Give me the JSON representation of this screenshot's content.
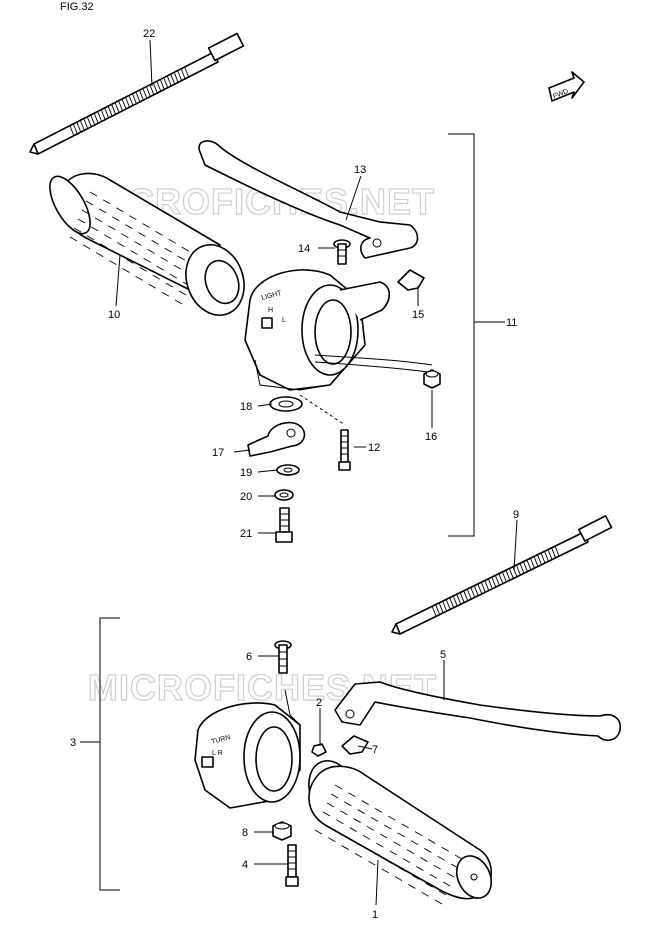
{
  "header": {
    "fig_label": "FIG.32"
  },
  "fwd_label": "FWD",
  "watermark": "MICROFICHES.NET",
  "switch_upper_text": {
    "line1": "LIGHT",
    "line2": "H",
    "line3": "L"
  },
  "switch_lower_text": {
    "line1": "TURN",
    "line2": "L R"
  },
  "callouts": [
    {
      "id": "c22",
      "label": "22"
    },
    {
      "id": "c13",
      "label": "13"
    },
    {
      "id": "c14",
      "label": "14"
    },
    {
      "id": "c10",
      "label": "10"
    },
    {
      "id": "c15",
      "label": "15"
    },
    {
      "id": "c11",
      "label": "11"
    },
    {
      "id": "c16",
      "label": "16"
    },
    {
      "id": "c18",
      "label": "18"
    },
    {
      "id": "c12",
      "label": "12"
    },
    {
      "id": "c17",
      "label": "17"
    },
    {
      "id": "c19",
      "label": "19"
    },
    {
      "id": "c20",
      "label": "20"
    },
    {
      "id": "c21",
      "label": "21"
    },
    {
      "id": "c9",
      "label": "9"
    },
    {
      "id": "c6",
      "label": "6"
    },
    {
      "id": "c5",
      "label": "5"
    },
    {
      "id": "c2",
      "label": "2"
    },
    {
      "id": "c3",
      "label": "3"
    },
    {
      "id": "c7",
      "label": "7"
    },
    {
      "id": "c8",
      "label": "8"
    },
    {
      "id": "c4",
      "label": "4"
    },
    {
      "id": "c1",
      "label": "1"
    }
  ]
}
